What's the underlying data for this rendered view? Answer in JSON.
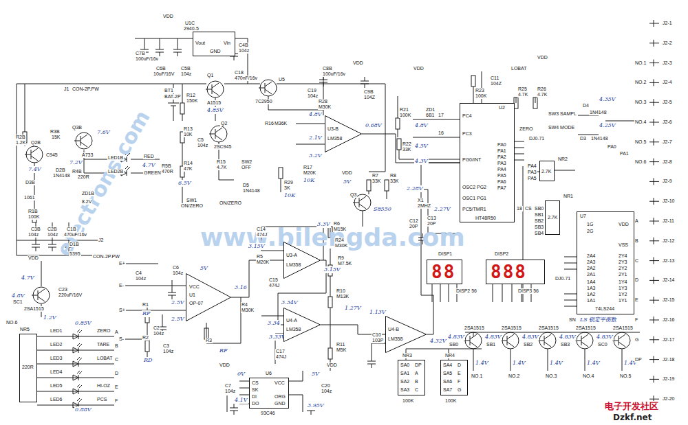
{
  "diagram": {
    "nodes": [
      {
        "text": [
          "Vout",
          "GND",
          "Vin"
        ]
      },
      {
        "text": [
          "U2",
          "PC4",
          "PC3",
          "PG0/INT",
          "OSC2 PG2",
          "OSC1 PG1",
          "PC5/TMR1",
          "PA0",
          "PA1",
          "PA2",
          "PA3",
          "PA4",
          "PA5",
          "PA6",
          "PA7",
          "HT48R50"
        ]
      },
      {
        "text": [
          "U7",
          "1G",
          "2G",
          "VDD",
          "VSS",
          "2A4",
          "2A3",
          "2A2",
          "2A1",
          "1A4",
          "1A3",
          "1A2",
          "1A1",
          "2Y4",
          "2Y3",
          "2Y2",
          "2Y1",
          "1Y4",
          "1Y3",
          "1Y2",
          "1Y1",
          "74LS244"
        ]
      },
      {
        "text": [
          "CS",
          "SK",
          "DI",
          "DO",
          "VCC",
          "ORG",
          "GND"
        ]
      },
      {
        "text": [
          "VCC",
          "U1",
          "OP-07"
        ]
      },
      {
        "text": [
          "U3-A",
          "LM358"
        ]
      },
      {
        "text": [
          "U4-A",
          "LM358"
        ]
      },
      {
        "text": [
          "U4-B",
          "LM358"
        ]
      },
      {
        "text": [
          "U3-B",
          "LM358"
        ]
      },
      {
        "text": [
          "88"
        ]
      },
      {
        "text": [
          "888"
        ]
      },
      {
        "text": [
          "2.7K"
        ]
      },
      {
        "text": [
          "SA0",
          "DP",
          "SA1",
          "A",
          "SA2",
          "B",
          "SA3",
          "C"
        ]
      },
      {
        "text": [
          "SA4",
          "D",
          "SA5",
          "E",
          "SA6",
          "F",
          "SA7",
          "G"
        ]
      },
      {
        "text": [
          "220R"
        ]
      },
      {
        "text": [
          "2.7K"
        ]
      }
    ],
    "edges": [
      {
        "from": 4,
        "to": 5,
        "arrow": "none"
      },
      {
        "from": 5,
        "to": 6,
        "arrow": "none"
      },
      {
        "from": 6,
        "to": 7,
        "arrow": "none"
      },
      {
        "from": 7,
        "to": 1,
        "arrow": "none"
      },
      {
        "from": 8,
        "to": 1,
        "arrow": "none"
      }
    ],
    "labels": [
      "U1C",
      "2940-5",
      "VDD",
      "C7B",
      "100uF/16v",
      "C6B",
      "10uF/16V",
      "C5B",
      "104z",
      "C4B",
      "104z",
      "J1",
      "CON-2P.PW",
      "BT1",
      "BAT-2P",
      "R12",
      "150K",
      "Q1",
      "A1515",
      "C18",
      "470nF/16v",
      "U5",
      "7C2950",
      "C8B",
      "100uF/16v",
      "C19",
      "104z",
      "C9B",
      "104Z",
      "VDD",
      "R28",
      "M30K",
      "4.85V",
      "4.8V",
      "2.1V",
      "3.2V",
      "0.68V",
      "4.8V",
      "4.5V",
      "R2B",
      "1.2K",
      "Q2B",
      "C945",
      "R3B",
      "15K",
      "Q3B",
      "A733",
      "7.6V",
      "LED1B",
      "RED",
      "4.7V",
      "LED2B",
      "GREEN",
      "R4B",
      "220R",
      "7.2V",
      "R5B",
      "470R",
      "D2B",
      "1N4148",
      "7.4V",
      "D3B",
      "1061",
      "ZD1B",
      "8.2V",
      "R1B",
      "100K",
      "C3B",
      "104z",
      "C2B",
      "104z",
      "C1B",
      "470uF/16v",
      "D1B",
      "5395",
      "J2",
      "CON-2P.PW",
      "R13",
      "10K",
      "C5",
      "104z",
      "Q2",
      "2SC945",
      "R14",
      "47K",
      "6.5V",
      "R15",
      "4.7K",
      "SW2",
      "OFF",
      "SW1",
      "ON/ZERO",
      "D5",
      "1N4148",
      "ON/ZERO",
      "R16",
      "M36K",
      "R17",
      "M20K",
      "R29",
      "3K",
      "10K",
      "10K",
      "R7",
      "33K",
      "R8",
      "33K",
      "VDD",
      "5V",
      "Q3",
      "S8550",
      "R21",
      "100K",
      "ZD1",
      "6B1",
      "VDD",
      "17",
      "16",
      "4.3V",
      "R22",
      "33K",
      "2.28V",
      "X1",
      "2MHZ",
      "C12",
      "20P",
      "C13",
      "20P",
      "2.27V",
      "18",
      "CS",
      "R23",
      "100K",
      "C11",
      "104Z",
      "LOBAT",
      "R25",
      "4.7K",
      "VDD",
      "R26",
      "4.7K",
      "SW3 SAMPL",
      "SW4 MODE",
      "ZERO",
      "DJ0.71",
      "D4",
      "1N4148",
      "D3",
      "1N4148",
      "4.35V",
      "4.25V",
      "PA0",
      "PA1",
      "NR2",
      "PA4",
      "PA3",
      "PA5",
      "NR1",
      "SB0",
      "SB1",
      "SB2",
      "SB3",
      "SB4",
      "DISP1",
      "DISP2",
      "DISP3 56",
      "DISP2 56",
      "DJ0.71",
      "LS 锁定平衡数",
      "SN",
      "U6",
      "93C46",
      "C7",
      "104z",
      "C20",
      "104z",
      "0V",
      "5V",
      "4.1V",
      "3.95V",
      "VDD",
      "VDD",
      "E+",
      "E-",
      "C4",
      "104z",
      "C3",
      "104z",
      "S+",
      "S-",
      "R1",
      "RP",
      "R2",
      "RD",
      "C2",
      "104z",
      "2.5V",
      "2.5V",
      "5V",
      "C6",
      "104z",
      "3.16",
      "R3",
      "RF",
      "R4",
      "M30K",
      "C14",
      "474J",
      "C15",
      "474J",
      "R5",
      "M20K",
      "3.15V",
      "3.3V",
      "3.15V",
      "R6",
      "M15K",
      "R24",
      "M30K",
      "R9",
      "M7.5K",
      "3.34V",
      "3.34",
      "3.33V",
      "R10",
      "M13K",
      "1.27V",
      "1.13V",
      "R11",
      "M5K",
      "C10",
      "103P",
      "4.32V",
      "C17",
      "474J",
      "2SA1515",
      "4.83V",
      "SB0",
      "1.4V",
      "NO.1",
      "2SA1515",
      "4.83V",
      "SB1",
      "1.4V",
      "NO.2",
      "2SA1515",
      "4.83V",
      "SB2",
      "1.4V",
      "NO.3",
      "2SA1515",
      "4.83V",
      "SB3",
      "1.4V",
      "NO.4",
      "2SA1515",
      "4.83V",
      "SC0",
      "1.4V",
      "NO.5",
      "VDD",
      "4.7V",
      "4.8V",
      "SC1",
      "2SA1515",
      "C23",
      "220uF/16V",
      "1.2V",
      "NO.6",
      "NR5",
      "LED1",
      "ZERO",
      "LED2",
      "TARE",
      "LED3",
      "LOBAT",
      "LED4",
      "LED5",
      "HI-OZ",
      "LED6",
      "PCS",
      "0.85V",
      "0.88V",
      "A",
      "B",
      "C",
      "D",
      "E",
      "F",
      "J2-1",
      "J2-2",
      "J2-3",
      "J2-4",
      "J2-5",
      "J2-6",
      "J2-7",
      "J2-8",
      "J2-9",
      "J2-10",
      "J2-11",
      "J2-12",
      "J2-13",
      "J2-14",
      "J2-15",
      "J2-16",
      "J2-17",
      "J2-18",
      "J2-19",
      "J2-20",
      "NO.1",
      "NO.2",
      "NO.3",
      "NO.4",
      "NO.5",
      "NO.6",
      "A",
      "B",
      "C",
      "D",
      "E",
      "F",
      "G",
      "DP",
      "www.bilengda.com",
      "electrons.com",
      "电子开发社区",
      "Dzkf.net",
      "NR3",
      "100K",
      "NR4",
      "100K"
    ]
  }
}
